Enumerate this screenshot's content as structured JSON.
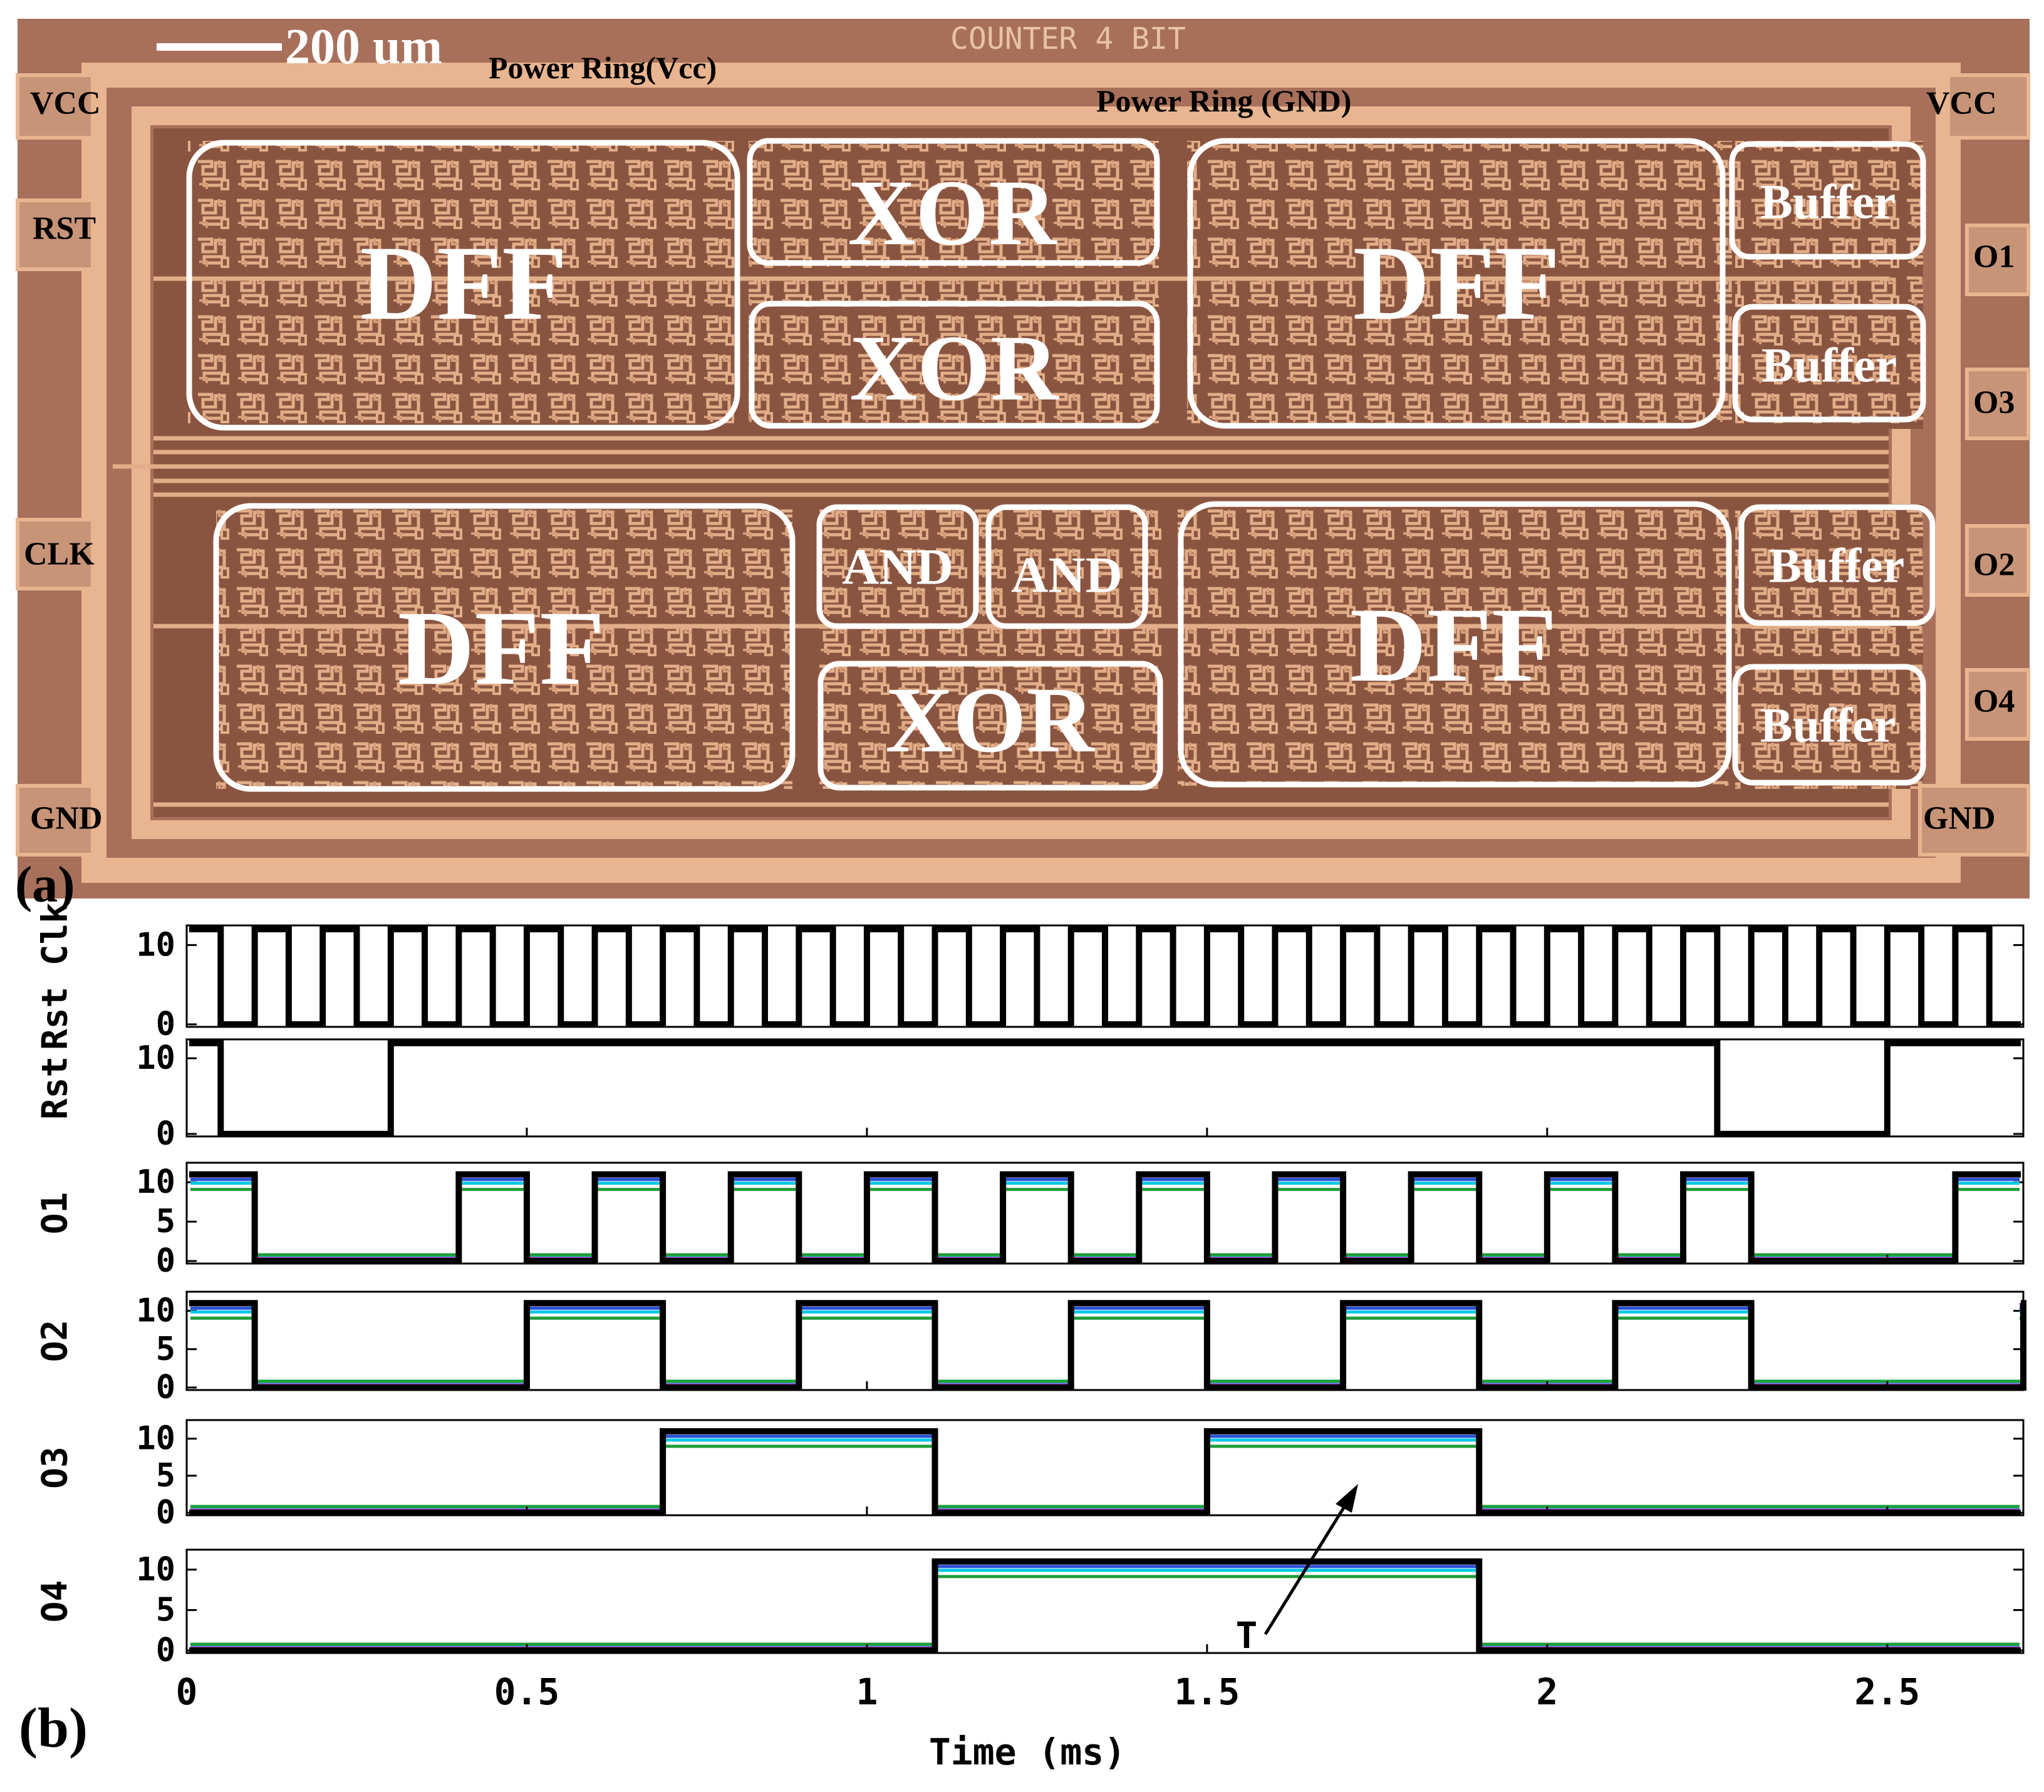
{
  "panel_a": {
    "label": "(a)",
    "chip_title": "COUNTER 4 BIT",
    "scale_label": "200 um",
    "power_ring_vcc": "Power Ring(Vcc)",
    "power_ring_gnd": "Power Ring (GND)",
    "pads": {
      "vcc_left": "VCC",
      "vcc_right": "VCC",
      "rst": "RST",
      "clk": "CLK",
      "gnd_left": "GND",
      "gnd_right": "GND",
      "o1": "O1",
      "o2": "O2",
      "o3": "O3",
      "o4": "O4"
    },
    "blocks": {
      "dff": "DFF",
      "xor": "XOR",
      "and": "AND",
      "buffer": "Buffer"
    },
    "colors": {
      "die": "#8a5540",
      "metal": "#e6b08c",
      "block_outline": "#ffffff"
    }
  },
  "panel_b": {
    "label": "(b)",
    "annotation": "T",
    "chart_data": {
      "type": "line",
      "xlabel": "Time (ms)",
      "xlim": [
        0,
        2.7
      ],
      "xticks": [
        "0",
        "0.5",
        "1",
        "1.5",
        "2",
        "2.5"
      ],
      "xtick_values": [
        0,
        0.5,
        1,
        1.5,
        2,
        2.5
      ],
      "ylim": [
        0,
        12
      ],
      "rows": [
        {
          "name": "Clk",
          "ylabel": "Rst Clk",
          "yticks": [
            "0",
            "10"
          ],
          "ytick_values": [
            0,
            10
          ],
          "high": 12,
          "low": 0,
          "period": 0.1,
          "start_high": 0,
          "duty": 0.5
        },
        {
          "name": "Rst",
          "ylabel": "Rst",
          "yticks": [
            "0",
            "10"
          ],
          "ytick_values": [
            0,
            10
          ],
          "high": 12,
          "low": 0,
          "high_intervals": [
            [
              0,
              0.05
            ],
            [
              0.3,
              2.25
            ],
            [
              2.5,
              2.7
            ]
          ]
        },
        {
          "name": "O1",
          "ylabel": "O1",
          "yticks": [
            "0",
            "5",
            "10"
          ],
          "ytick_values": [
            0,
            5,
            10
          ],
          "high": 11,
          "low": 0,
          "high_intervals": [
            [
              0,
              0.1
            ],
            [
              0.4,
              0.5
            ],
            [
              0.6,
              0.7
            ],
            [
              0.8,
              0.9
            ],
            [
              1.0,
              1.1
            ],
            [
              1.2,
              1.3
            ],
            [
              1.4,
              1.5
            ],
            [
              1.6,
              1.7
            ],
            [
              1.8,
              1.9
            ],
            [
              2.0,
              2.1
            ],
            [
              2.2,
              2.3
            ],
            [
              2.6,
              2.7
            ]
          ]
        },
        {
          "name": "O2",
          "ylabel": "O2",
          "yticks": [
            "0",
            "5",
            "10"
          ],
          "ytick_values": [
            0,
            5,
            10
          ],
          "high": 11,
          "low": 0,
          "high_intervals": [
            [
              0,
              0.1
            ],
            [
              0.5,
              0.7
            ],
            [
              0.9,
              1.1
            ],
            [
              1.3,
              1.5
            ],
            [
              1.7,
              1.9
            ],
            [
              2.1,
              2.3
            ],
            [
              2.7,
              2.7
            ]
          ]
        },
        {
          "name": "O3",
          "ylabel": "O3",
          "yticks": [
            "0",
            "5",
            "10"
          ],
          "ytick_values": [
            0,
            5,
            10
          ],
          "high": 11,
          "low": 0,
          "high_intervals": [
            [
              0.7,
              1.1
            ],
            [
              1.5,
              1.9
            ]
          ]
        },
        {
          "name": "O4",
          "ylabel": "O4",
          "yticks": [
            "0",
            "5",
            "10"
          ],
          "ytick_values": [
            0,
            5,
            10
          ],
          "high": 11,
          "low": 0,
          "high_intervals": [
            [
              1.1,
              1.9
            ]
          ]
        }
      ],
      "colors": {
        "main": "#000000",
        "ensemble": [
          "#00c8e6",
          "#2a4fd6",
          "#1f9d3a",
          "#c832c8"
        ]
      }
    }
  }
}
